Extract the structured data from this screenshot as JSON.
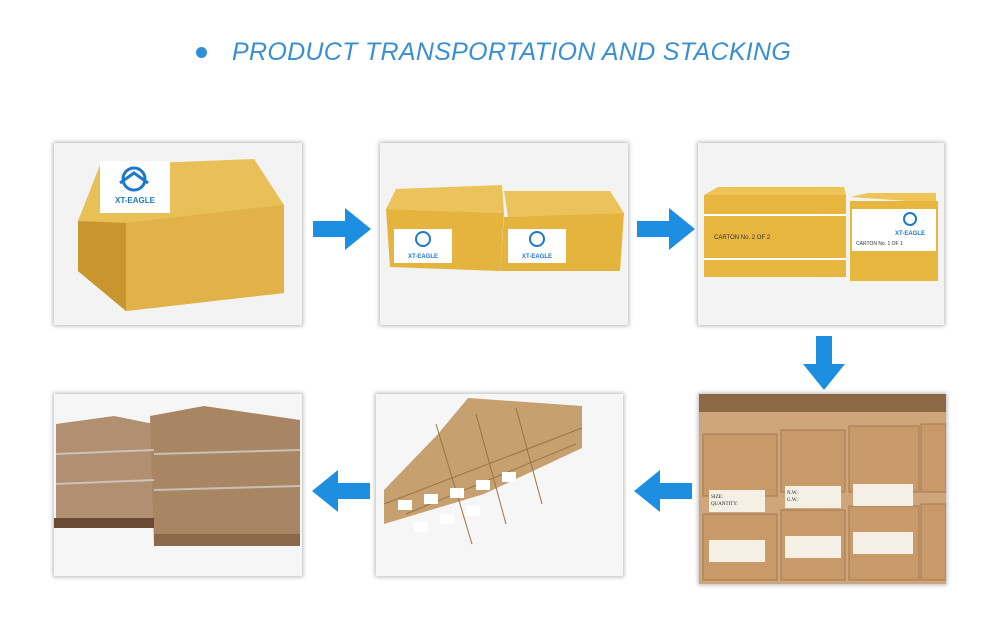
{
  "heading": {
    "title": "PRODUCT TRANSPORTATION AND STACKING"
  },
  "colors": {
    "accent": "#2f8fd6",
    "arrow": "#1d8fe0",
    "cardboard": "#e8b94a"
  },
  "steps": [
    {
      "name": "single-box",
      "logo_text": "XT-EAGLE"
    },
    {
      "name": "two-taped-boxes",
      "logo_text": "XT-EAGLE"
    },
    {
      "name": "labeled-boxes",
      "logo_text": "XT-EAGLE",
      "carton_1": "CARTON No. 2 OF 2",
      "carton_2": "CARTON No. 1 OF 1"
    },
    {
      "name": "warehouse-stack",
      "label_a": "SIZE:",
      "label_b": "QUANTITY:",
      "label_c": "N.W.:",
      "label_d": "G.W.:"
    },
    {
      "name": "pallet-stack"
    },
    {
      "name": "wrapped-pallets"
    }
  ],
  "arrows": [
    "right",
    "right",
    "down",
    "left",
    "left"
  ]
}
